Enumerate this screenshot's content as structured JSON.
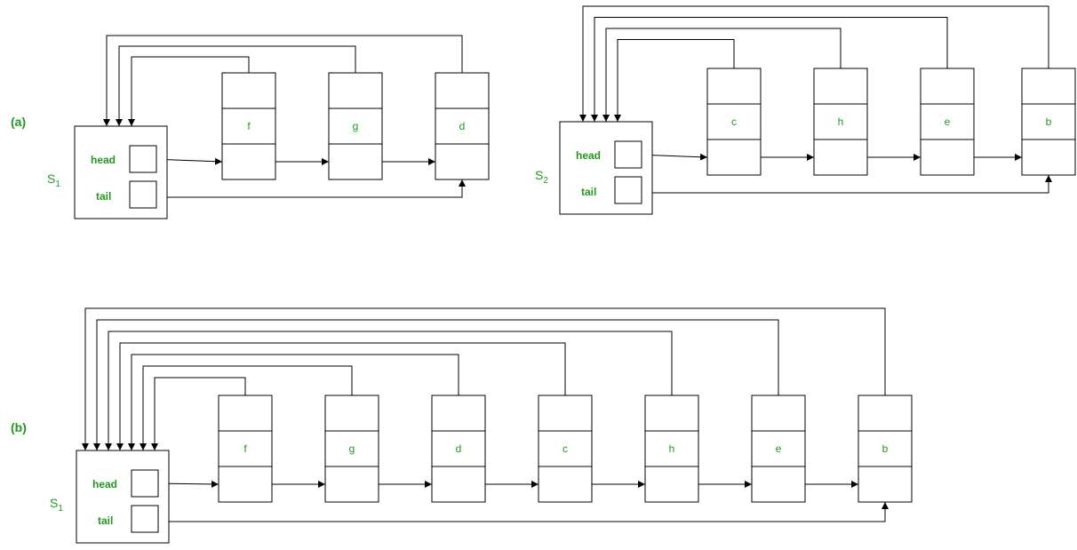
{
  "parts": {
    "a": "(a)",
    "b": "(b)"
  },
  "fields": {
    "head": "head",
    "tail": "tail"
  },
  "sets": {
    "s1a": {
      "name": "S",
      "sub": "1"
    },
    "s2a": {
      "name": "S",
      "sub": "2"
    },
    "s1b": {
      "name": "S",
      "sub": "1"
    }
  },
  "lists": {
    "s1a": [
      "f",
      "g",
      "d"
    ],
    "s2a": [
      "c",
      "h",
      "e",
      "b"
    ],
    "s1b": [
      "f",
      "g",
      "d",
      "c",
      "h",
      "e",
      "b"
    ]
  },
  "colors": {
    "label": "#1f9a1f",
    "line": "#000000"
  }
}
